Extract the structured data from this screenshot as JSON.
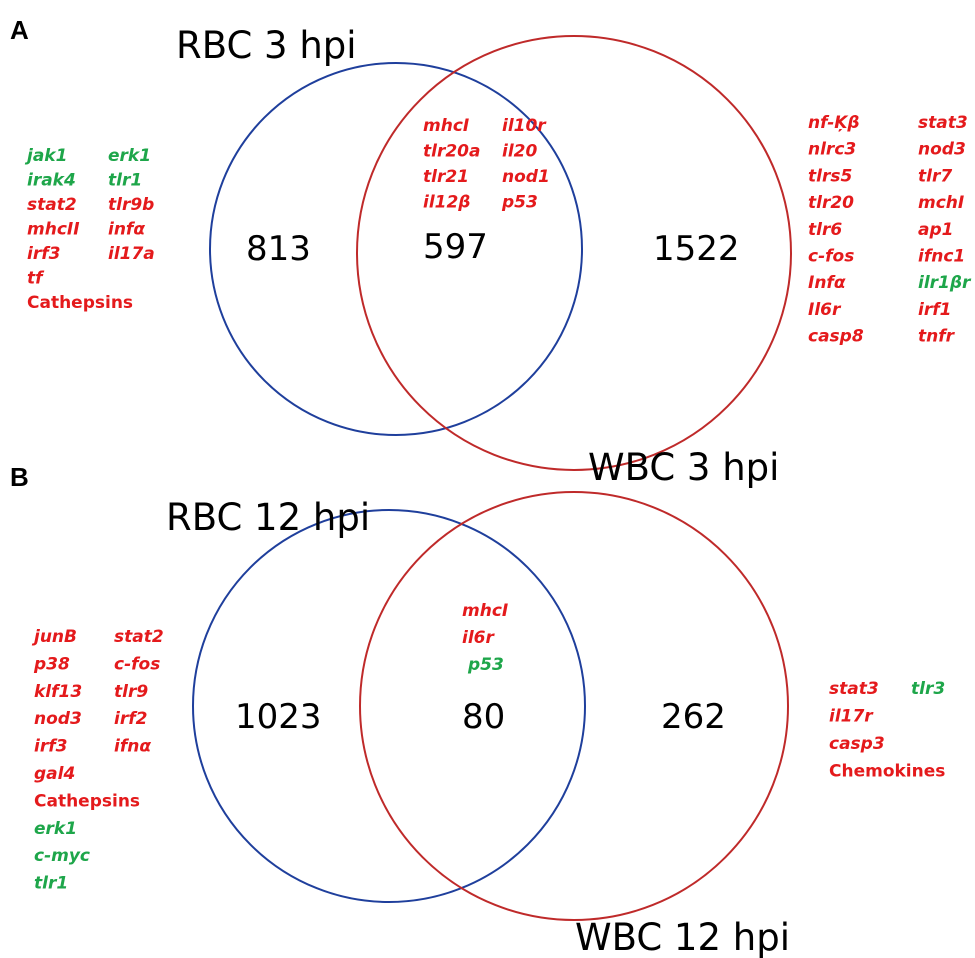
{
  "colors": {
    "up": "#e41a1c",
    "down": "#1ea64a",
    "rbc_circle": "#1f3f9c",
    "wbc_circle": "#bf2a2a"
  },
  "panels": [
    {
      "letter": "A",
      "rbc_title": "RBC 3 hpi",
      "wbc_title": "WBC 3 hpi",
      "counts": {
        "rbc_only": "813",
        "overlap": "597",
        "wbc_only": "1522"
      },
      "gene_lists": {
        "rbc_only": [
          [
            {
              "t": "jak1",
              "c": "down"
            },
            {
              "t": "erk1",
              "c": "down"
            }
          ],
          [
            {
              "t": "irak4",
              "c": "down"
            },
            {
              "t": "tlr1",
              "c": "down"
            }
          ],
          [
            {
              "t": "stat2",
              "c": "up"
            },
            {
              "t": "tlr9b",
              "c": "up"
            }
          ],
          [
            {
              "t": "mhcII",
              "c": "up"
            },
            {
              "t": "infα",
              "c": "up"
            }
          ],
          [
            {
              "t": "irf3",
              "c": "up"
            },
            {
              "t": "il17a",
              "c": "up"
            }
          ],
          [
            {
              "t": "tf",
              "c": "up"
            }
          ],
          [
            {
              "t": "Cathepsins",
              "c": "up",
              "upright": true
            }
          ]
        ],
        "overlap": [
          [
            {
              "t": "mhcI",
              "c": "up"
            },
            {
              "t": "il10r",
              "c": "up"
            }
          ],
          [
            {
              "t": "tlr20a",
              "c": "up"
            },
            {
              "t": "il20",
              "c": "up"
            }
          ],
          [
            {
              "t": "tlr21",
              "c": "up"
            },
            {
              "t": "nod1",
              "c": "up"
            }
          ],
          [
            {
              "t": "il12β",
              "c": "up"
            },
            {
              "t": "p53",
              "c": "up"
            }
          ]
        ],
        "wbc_only": [
          [
            {
              "t": "nf-Ķβ",
              "c": "up"
            },
            {
              "t": "stat3",
              "c": "up"
            }
          ],
          [
            {
              "t": "nlrc3",
              "c": "up"
            },
            {
              "t": "nod3",
              "c": "up"
            }
          ],
          [
            {
              "t": "tlrs5",
              "c": "up"
            },
            {
              "t": "tlr7",
              "c": "up"
            }
          ],
          [
            {
              "t": "tlr20",
              "c": "up"
            },
            {
              "t": "mchI",
              "c": "up"
            }
          ],
          [
            {
              "t": "tlr6",
              "c": "up"
            },
            {
              "t": "ap1",
              "c": "up"
            }
          ],
          [
            {
              "t": "c-fos",
              "c": "up"
            },
            {
              "t": "ifnc1",
              "c": "up"
            }
          ],
          [
            {
              "t": "Infα",
              "c": "up"
            },
            {
              "t": "ilr1βr",
              "c": "down"
            }
          ],
          [
            {
              "t": "Il6r",
              "c": "up"
            },
            {
              "t": "irf1",
              "c": "up"
            }
          ],
          [
            {
              "t": "casp8",
              "c": "up"
            },
            {
              "t": "tnfr",
              "c": "up"
            }
          ]
        ]
      }
    },
    {
      "letter": "B",
      "rbc_title": "RBC 12 hpi",
      "wbc_title": "WBC 12 hpi",
      "counts": {
        "rbc_only": "1023",
        "overlap": "80",
        "wbc_only": "262"
      },
      "gene_lists": {
        "rbc_only": [
          [
            {
              "t": "junB",
              "c": "up"
            },
            {
              "t": "stat2",
              "c": "up"
            }
          ],
          [
            {
              "t": "p38",
              "c": "up"
            },
            {
              "t": "c-fos",
              "c": "up"
            }
          ],
          [
            {
              "t": "klf13",
              "c": "up"
            },
            {
              "t": "tlr9",
              "c": "up"
            }
          ],
          [
            {
              "t": "nod3",
              "c": "up"
            },
            {
              "t": "irf2",
              "c": "up"
            }
          ],
          [
            {
              "t": "irf3",
              "c": "up"
            },
            {
              "t": "ifnα",
              "c": "up"
            }
          ],
          [
            {
              "t": "gal4",
              "c": "up"
            }
          ],
          [
            {
              "t": "Cathepsins",
              "c": "up",
              "upright": true
            }
          ],
          [
            {
              "t": "erk1",
              "c": "down"
            }
          ],
          [
            {
              "t": "c-myc",
              "c": "down"
            }
          ],
          [
            {
              "t": "tlr1",
              "c": "down"
            }
          ]
        ],
        "overlap": [
          [
            {
              "t": "mhcI",
              "c": "up"
            }
          ],
          [
            {
              "t": "il6r",
              "c": "up"
            }
          ],
          [
            {
              "t": "p53",
              "c": "down"
            }
          ]
        ],
        "wbc_only": [
          [
            {
              "t": "stat3",
              "c": "up"
            },
            {
              "t": "tlr3",
              "c": "down"
            }
          ],
          [
            {
              "t": "il17r",
              "c": "up"
            }
          ],
          [
            {
              "t": "casp3",
              "c": "up"
            }
          ],
          [
            {
              "t": "Chemokines",
              "c": "up",
              "upright": true
            }
          ]
        ]
      }
    }
  ]
}
